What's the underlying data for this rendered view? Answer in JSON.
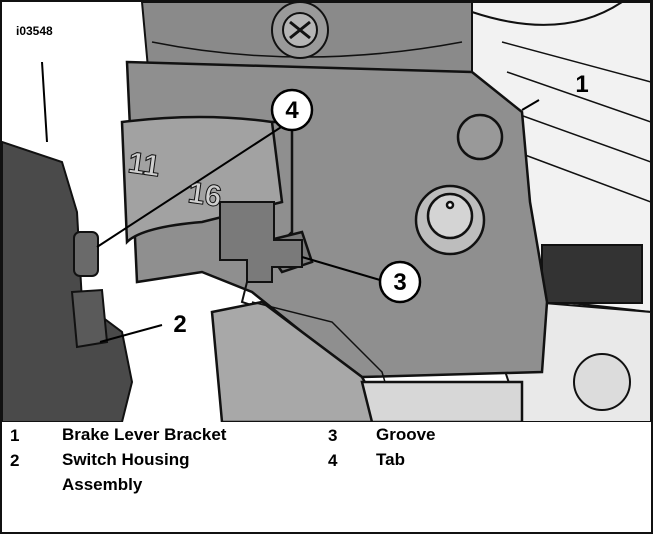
{
  "figure": {
    "id": "i03548",
    "callouts": [
      "1",
      "2",
      "3",
      "4"
    ]
  },
  "legend": [
    {
      "number": "1",
      "label": "Brake Lever Bracket"
    },
    {
      "number": "2",
      "label": "Switch Housing"
    },
    {
      "number": "",
      "label": "Assembly"
    },
    {
      "number": "3",
      "label": "Groove"
    },
    {
      "number": "4",
      "label": "Tab"
    }
  ],
  "embossed_marking": {
    "top": "11",
    "bottom": "16"
  }
}
